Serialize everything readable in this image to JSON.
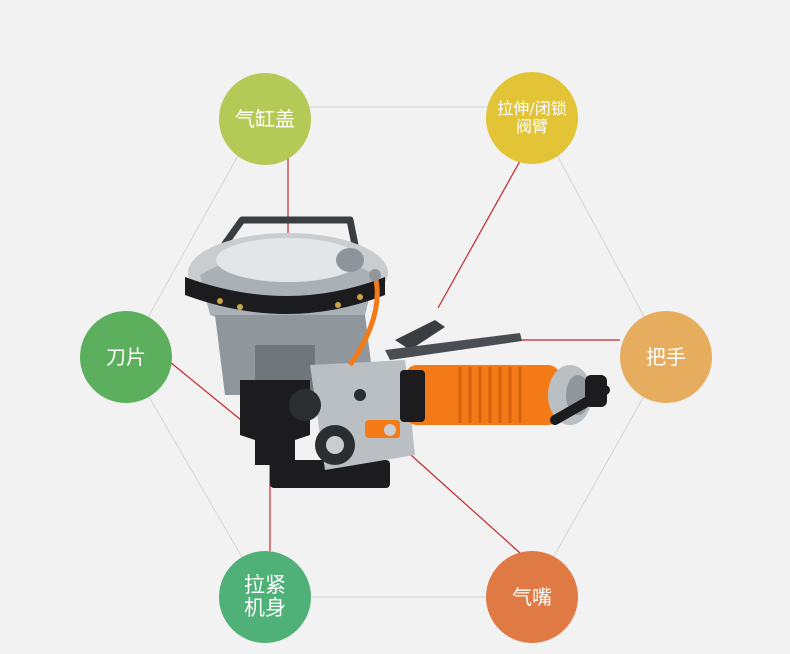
{
  "nodes": {
    "cylinder_cover": {
      "label": "气缸盖",
      "color": "#b5c957"
    },
    "valve_arm": {
      "line1": "拉伸/闭锁",
      "line2": "阀臂",
      "color": "#e3c437"
    },
    "blade": {
      "label": "刀片",
      "color": "#5cb05d"
    },
    "handle": {
      "label": "把手",
      "color": "#e7ad5f"
    },
    "tension_body": {
      "line1": "拉紧",
      "line2": "机身",
      "color": "#4fb078"
    },
    "air_nozzle": {
      "label": "气嘴",
      "color": "#df7a45"
    }
  },
  "colors": {
    "hexagon_line": "#d4d4d4",
    "pointer_line": "#c3272e",
    "tool_metal": "#9aa2a8",
    "tool_dark": "#1c1c1e",
    "tool_orange": "#f47a18"
  }
}
